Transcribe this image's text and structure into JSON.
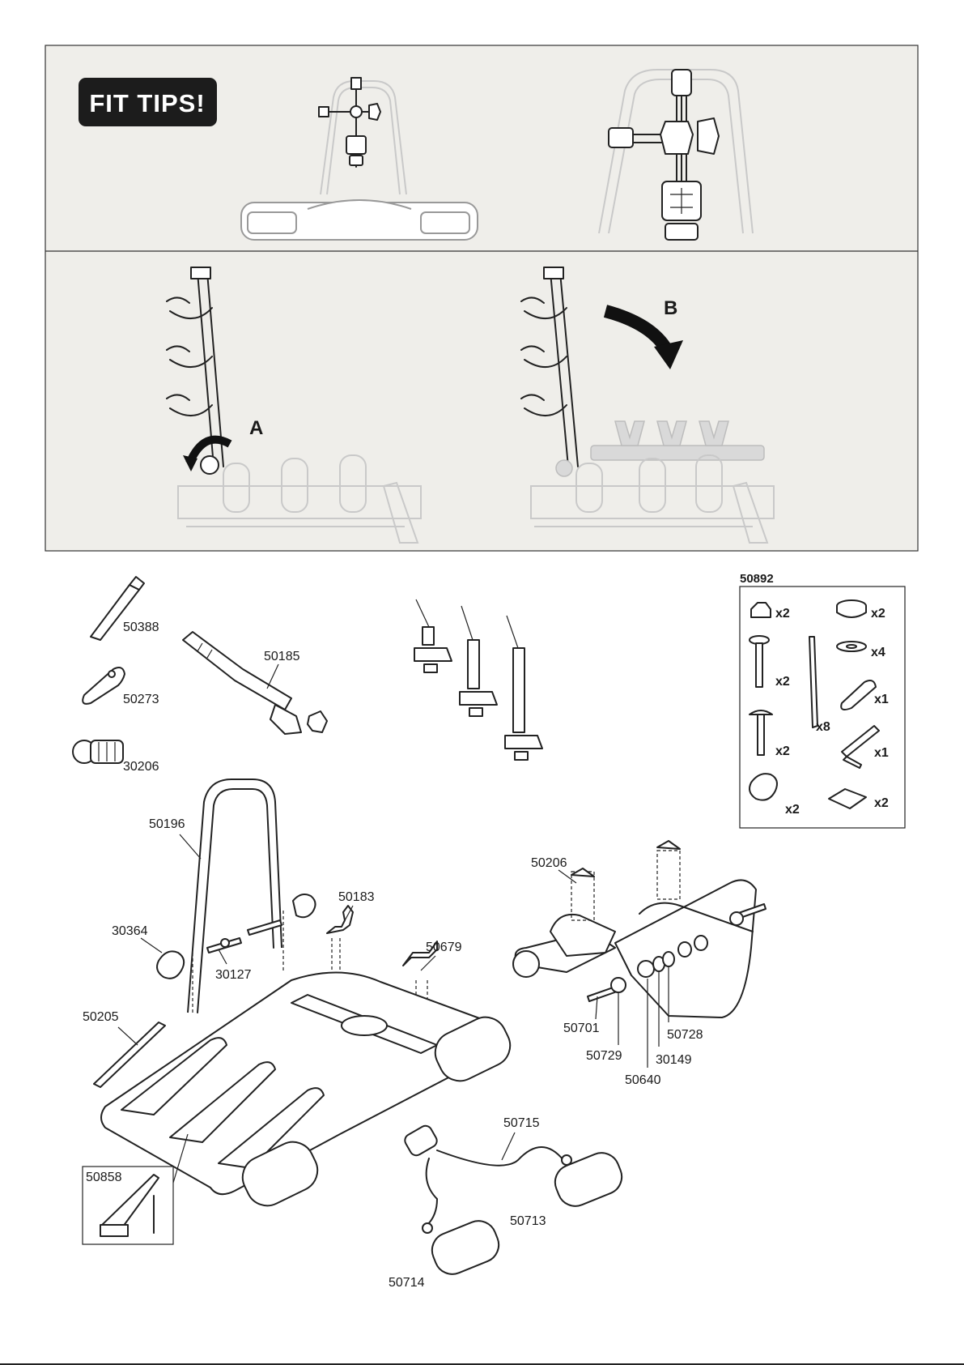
{
  "fit_tips": {
    "badge": "FIT TIPS!",
    "step_a": "A",
    "step_b": "B"
  },
  "parts": {
    "p50388": "50388",
    "p50273": "50273",
    "p30206": "30206",
    "p50185": "50185",
    "p50196": "50196",
    "p30364": "30364",
    "p30127": "30127",
    "p50183": "50183",
    "p50679": "50679",
    "p50205": "50205",
    "p50858": "50858",
    "p50715": "50715",
    "p50713": "50713",
    "p50714": "50714",
    "p50206": "50206",
    "p50701": "50701",
    "p50729": "50729",
    "p50640": "50640",
    "p30149": "30149",
    "p50728": "50728"
  },
  "kit": {
    "title": "50892",
    "items": [
      {
        "icon": "cap-nut-icon",
        "qty": "x2"
      },
      {
        "icon": "spacer-ring-icon",
        "qty": "x2"
      },
      {
        "icon": "flat-washer-icon",
        "qty": "x4"
      },
      {
        "icon": "long-bolt-icon",
        "qty": "x2"
      },
      {
        "icon": "cable-tie-icon",
        "qty": "x8"
      },
      {
        "icon": "strap-key-icon",
        "qty": "x1"
      },
      {
        "icon": "carriage-bolt-icon",
        "qty": "x2"
      },
      {
        "icon": "hex-key-icon",
        "qty": "x1"
      },
      {
        "icon": "knob-icon",
        "qty": "x2"
      },
      {
        "icon": "adhesive-pad-icon",
        "qty": "x2"
      }
    ]
  }
}
